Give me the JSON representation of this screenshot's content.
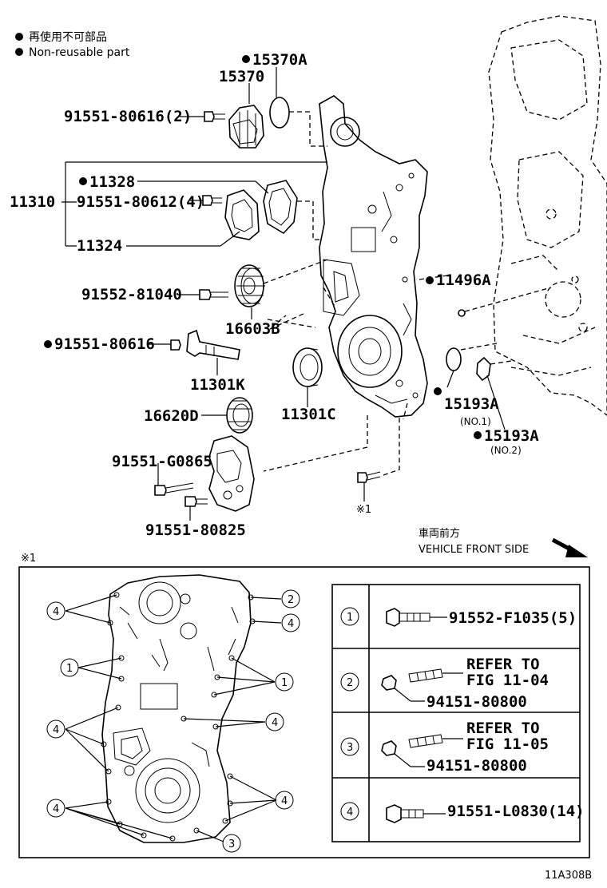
{
  "legend": {
    "jp": "再使用不可部品",
    "en": "Non-reusable part"
  },
  "parts": {
    "p15370A": "15370A",
    "p15370": "15370",
    "p91551_80616_2": "91551-80616(2)",
    "p11328": "11328",
    "p11310": "11310",
    "p91551_80612_4": "91551-80612(4)",
    "p11324": "11324",
    "p91552_81040": "91552-81040",
    "p16603B": "16603B",
    "p11496A": "11496A",
    "p91551_80616": "91551-80616",
    "p11301K": "11301K",
    "p11301C": "11301C",
    "p15193A_1": "15193A",
    "p15193A_1_sub": "(NO.1)",
    "p15193A_2": "15193A",
    "p15193A_2_sub": "(NO.2)",
    "p16620D": "16620D",
    "p91551_G0865": "91551-G0865",
    "p91551_80825": "91551-80825",
    "ref_mark": "※1"
  },
  "direction": {
    "jp": "車両前方",
    "en": "VEHICLE FRONT SIDE"
  },
  "inset": {
    "mark": "※1",
    "callouts": [
      "4",
      "2",
      "4",
      "1",
      "1",
      "4",
      "4",
      "4",
      "4",
      "3"
    ],
    "table": [
      {
        "num": "1",
        "part": "91552-F1035(5)",
        "refer": "",
        "refer2": ""
      },
      {
        "num": "2",
        "part": "94151-80800",
        "refer": "REFER TO",
        "refer2": "FIG 11-04"
      },
      {
        "num": "3",
        "part": "94151-80800",
        "refer": "REFER TO",
        "refer2": "FIG 11-05"
      },
      {
        "num": "4",
        "part": "91551-L0830(14)",
        "refer": "",
        "refer2": ""
      }
    ]
  },
  "figure_id": "11A308B"
}
